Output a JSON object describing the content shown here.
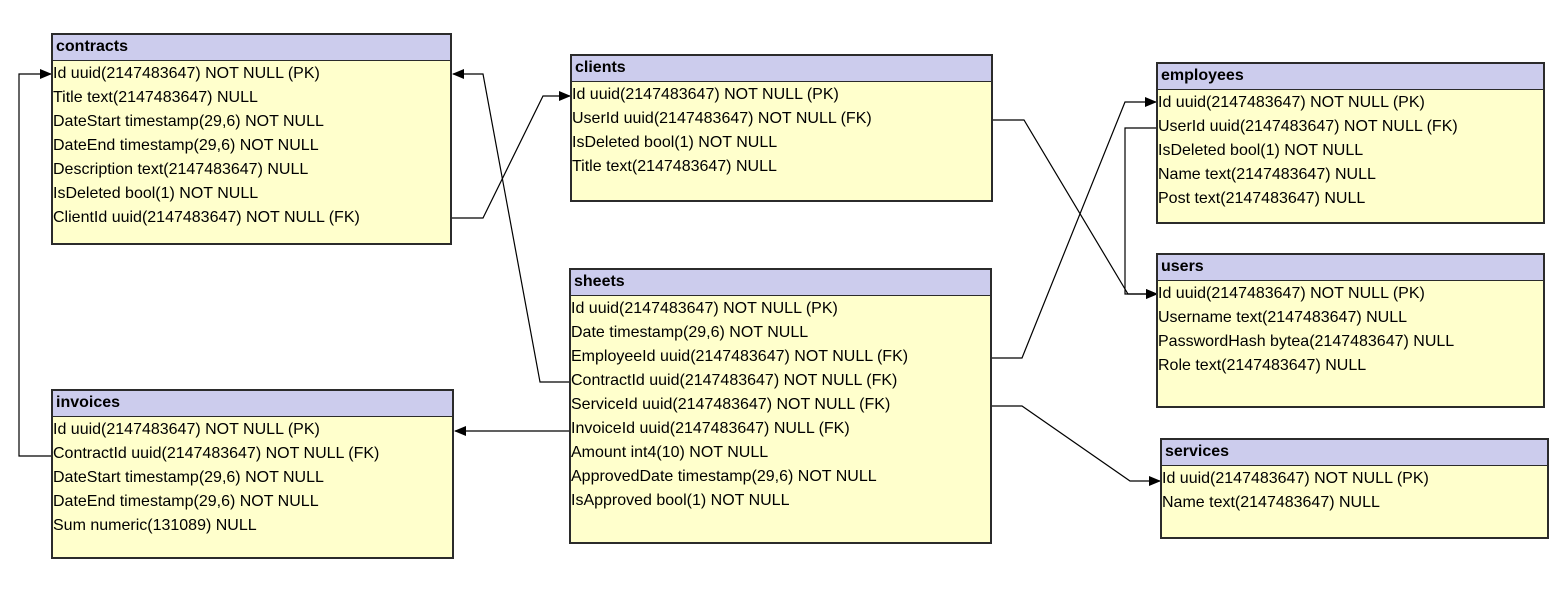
{
  "tables": [
    {
      "key": "contracts",
      "name": "contracts",
      "columns": [
        "Id  uuid(2147483647) NOT NULL (PK)",
        "Title  text(2147483647) NULL",
        "DateStart  timestamp(29,6) NOT NULL",
        "DateEnd  timestamp(29,6) NOT NULL",
        "Description  text(2147483647) NULL",
        "IsDeleted  bool(1) NOT NULL",
        "ClientId  uuid(2147483647) NOT NULL (FK)"
      ]
    },
    {
      "key": "clients",
      "name": "clients",
      "columns": [
        "Id  uuid(2147483647) NOT NULL (PK)",
        "UserId  uuid(2147483647) NOT NULL (FK)",
        "IsDeleted  bool(1) NOT NULL",
        "Title  text(2147483647) NULL"
      ]
    },
    {
      "key": "employees",
      "name": "employees",
      "columns": [
        "Id  uuid(2147483647) NOT NULL (PK)",
        "UserId  uuid(2147483647) NOT NULL (FK)",
        "IsDeleted  bool(1) NOT NULL",
        "Name  text(2147483647) NULL",
        "Post  text(2147483647) NULL"
      ]
    },
    {
      "key": "users",
      "name": "users",
      "columns": [
        "Id  uuid(2147483647) NOT NULL (PK)",
        "Username  text(2147483647) NULL",
        "PasswordHash  bytea(2147483647) NULL",
        "Role  text(2147483647) NULL"
      ]
    },
    {
      "key": "sheets",
      "name": "sheets",
      "columns": [
        "Id  uuid(2147483647) NOT NULL (PK)",
        "Date  timestamp(29,6) NOT NULL",
        "EmployeeId  uuid(2147483647) NOT NULL (FK)",
        "ContractId  uuid(2147483647) NOT NULL (FK)",
        "ServiceId  uuid(2147483647) NOT NULL (FK)",
        "InvoiceId  uuid(2147483647) NULL (FK)",
        "Amount  int4(10) NOT NULL",
        "ApprovedDate  timestamp(29,6) NOT NULL",
        "IsApproved  bool(1) NOT NULL"
      ]
    },
    {
      "key": "invoices",
      "name": "invoices",
      "columns": [
        "Id  uuid(2147483647) NOT NULL (PK)",
        "ContractId  uuid(2147483647) NOT NULL (FK)",
        "DateStart  timestamp(29,6) NOT NULL",
        "DateEnd  timestamp(29,6) NOT NULL",
        "Sum  numeric(131089) NULL"
      ]
    },
    {
      "key": "services",
      "name": "services",
      "columns": [
        "Id  uuid(2147483647) NOT NULL (PK)",
        "Name  text(2147483647) NULL"
      ]
    }
  ],
  "colors": {
    "header": "#cccced",
    "body": "#ffffcc",
    "border": "#2b2b2b",
    "line": "#000000"
  }
}
